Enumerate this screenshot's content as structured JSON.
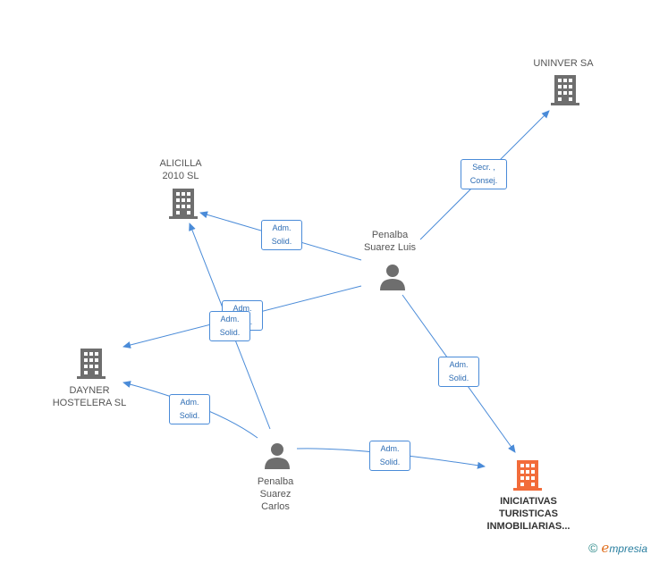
{
  "colors": {
    "edge": "#4a8bd8",
    "building": "#6e6e6e",
    "building_main": "#f26c3a",
    "person": "#6e6e6e"
  },
  "nodes": {
    "uninver": {
      "label": "UNINVER SA",
      "kind": "building"
    },
    "alicilla": {
      "label": "ALICILLA\n2010  SL",
      "kind": "building"
    },
    "dayner": {
      "label": "DAYNER\nHOSTELERA SL",
      "kind": "building"
    },
    "luis": {
      "label": "Penalba\nSuarez Luis",
      "kind": "person"
    },
    "carlos": {
      "label": "Penalba\nSuarez\nCarlos",
      "kind": "person"
    },
    "iniciativas": {
      "label": "INICIATIVAS\nTURISTICAS\nINMOBILIARIAS...",
      "kind": "building-main"
    }
  },
  "edges": {
    "luis_uninver": "Secr. ,\nConsej.",
    "luis_alicilla": "Adm.\nSolid.",
    "luis_dayner": "Adm.\nSolid.",
    "carlos_alicilla": "Adm.\nSolid.",
    "carlos_dayner": "Adm.\nSolid.",
    "luis_iniciativas": "Adm.\nSolid.",
    "carlos_iniciativas": "Adm.\nSolid."
  },
  "footer": {
    "copyright": "©",
    "brand_initial": "e",
    "brand_rest": "mpresia"
  }
}
